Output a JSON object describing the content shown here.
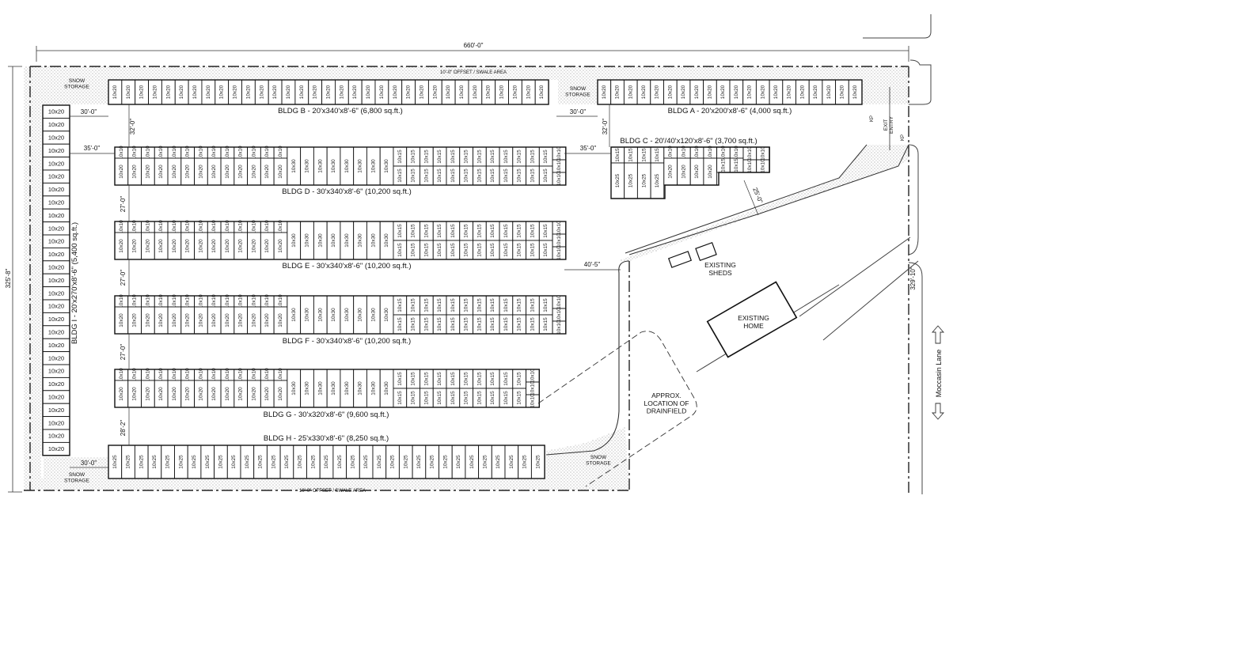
{
  "overall": {
    "width_dim": "660'-0\"",
    "height_dim": "325'-8\"",
    "right_dim": "329'-10\""
  },
  "offsets": {
    "top": "10'-0\" OFFSET / SWALE AREA",
    "bottom": "10'-0\" OFFSET / SWALE AREA"
  },
  "snow": {
    "nw": "SNOW\nSTORAGE",
    "mid": "SNOW\nSTORAGE",
    "sw": "SNOW\nSTORAGE",
    "se": "SNOW\nSTORAGE"
  },
  "buildings": {
    "a": "BLDG A - 20'x200'x8'-6\" (4,000 sq.ft.)",
    "b": "BLDG B - 20'x340'x8'-6\" (6,800 sq.ft.)",
    "c": "BLDG C - 20'/40'x120'x8'-6\" (3,700 sq.ft.)",
    "d": "BLDG D - 30'x340'x8'-6\" (10,200 sq.ft.)",
    "e": "BLDG E - 30'x340'x8'-6\" (10,200 sq.ft.)",
    "f": "BLDG F - 30'x340'x8'-6\" (10,200 sq.ft.)",
    "g": "BLDG G - 30'x320'x8'-6\" (9,600 sq.ft.)",
    "h": "BLDG H - 25'x330'x8'-6\" (8,250 sq.ft.)",
    "i": "BLDG I - 20'x270'x8'-6\" (5,400 sq.ft.)"
  },
  "dims": {
    "b_left": "30'-0\"",
    "b_a_gap": "30'-0\"",
    "d_left": "35'-0\"",
    "d_c_gap": "35'-0\"",
    "b_d_gap": "32'-0\"",
    "a_c_gap": "32'-0\"",
    "d_e_gap": "27'-0\"",
    "e_f_gap": "27'-0\"",
    "f_g_gap": "27'-0\"",
    "g_h_gap": "28'-2\"",
    "h_left": "30'-0\"",
    "e_right": "40'-5\"",
    "c_diag": "25'-0\""
  },
  "units": {
    "u10x20": "10x20",
    "u10x25": "10x25",
    "u10x30": "10x30",
    "u10x15": "10x15",
    "u10x10": "10x10"
  },
  "features": {
    "sheds": "EXISTING\nSHEDS",
    "home": "EXISTING\nHOME",
    "drainfield": "APPROX.\nLOCATION OF\nDRAINFIELD",
    "exit": "EXIT",
    "entry": "ENTRY",
    "kp": "KP"
  },
  "road": {
    "name": "Moccasin Lane"
  }
}
